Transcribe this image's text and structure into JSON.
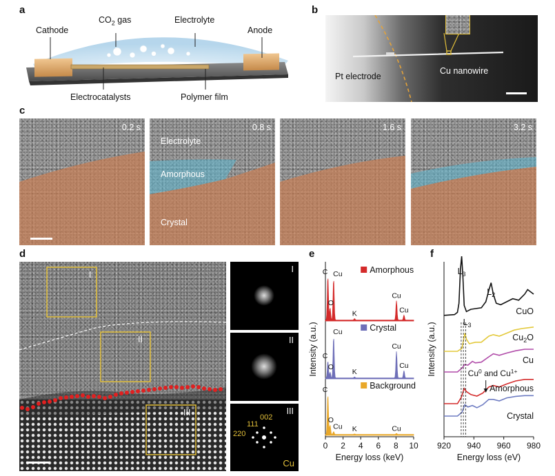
{
  "panels": {
    "a": "a",
    "b": "b",
    "c": "c",
    "d": "d",
    "e": "e",
    "f": "f"
  },
  "panel_a": {
    "cathode": "Cathode",
    "co2_gas_prefix": "CO",
    "co2_gas_sub": "2",
    "co2_gas_suffix": " gas",
    "electrolyte": "Electrolyte",
    "anode": "Anode",
    "electrocatalysts": "Electrocatalysts",
    "polymer_film": "Polymer film"
  },
  "panel_b": {
    "pt_electrode": "Pt electrode",
    "cu_nanowire": "Cu nanowire"
  },
  "panel_c": {
    "times": [
      "0.2 s",
      "0.8 s",
      "1.6 s",
      "3.2 s"
    ],
    "electrolyte": "Electrolyte",
    "amorphous": "Amorphous",
    "crystal": "Crystal"
  },
  "panel_d": {
    "region1": "I",
    "region2": "II",
    "region3": "III",
    "fft_labels": [
      "I",
      "II",
      "III"
    ],
    "fft_indices": {
      "i220": "220",
      "i111": "111",
      "i002": "002"
    },
    "cu": "Cu"
  },
  "chart_data": [
    {
      "type": "line",
      "panel": "e",
      "xlabel": "Energy loss (keV)",
      "ylabel": "Intensity (a.u.)",
      "xlim": [
        0,
        10
      ],
      "xticks": [
        0,
        2,
        4,
        6,
        8,
        10
      ],
      "series": [
        {
          "name": "Amorphous",
          "color": "#d42a2a",
          "peaks": [
            {
              "x": 0.28,
              "h": 0.9,
              "label": "C"
            },
            {
              "x": 0.53,
              "h": 0.25,
              "label": "O"
            },
            {
              "x": 0.93,
              "h": 0.85,
              "label": "Cu"
            },
            {
              "x": 3.3,
              "h": 0.03,
              "label": "K"
            },
            {
              "x": 8.05,
              "h": 0.4,
              "label": "Cu"
            },
            {
              "x": 8.9,
              "h": 0.1,
              "label": "Cu"
            }
          ]
        },
        {
          "name": "Crystal",
          "color": "#6e6fb8",
          "peaks": [
            {
              "x": 0.28,
              "h": 0.35,
              "label": "C"
            },
            {
              "x": 0.53,
              "h": 0.12,
              "label": "O"
            },
            {
              "x": 0.93,
              "h": 0.85,
              "label": "Cu"
            },
            {
              "x": 3.3,
              "h": 0.02,
              "label": "K"
            },
            {
              "x": 8.05,
              "h": 0.55,
              "label": "Cu"
            },
            {
              "x": 8.9,
              "h": 0.15,
              "label": "Cu"
            }
          ]
        },
        {
          "name": "Background",
          "color": "#e9a82a",
          "peaks": [
            {
              "x": 0.28,
              "h": 0.85,
              "label": "C"
            },
            {
              "x": 0.53,
              "h": 0.2,
              "label": "O"
            },
            {
              "x": 0.93,
              "h": 0.06,
              "label": "Cu"
            },
            {
              "x": 3.3,
              "h": 0.01,
              "label": "K"
            },
            {
              "x": 8.05,
              "h": 0.02,
              "label": "Cu"
            }
          ]
        }
      ]
    },
    {
      "type": "line",
      "panel": "f",
      "xlabel": "Energy loss (eV)",
      "ylabel": "Intensity (a.u.)",
      "xlim": [
        920,
        980
      ],
      "xticks": [
        920,
        940,
        960,
        980
      ],
      "edge_labels": {
        "l3": "L",
        "l3_sub": "3",
        "l2": "L",
        "l2_sub": "2",
        "l3b": "L",
        "l3b_sub": "3"
      },
      "annotation": "Cu⁰ and Cu¹⁺",
      "annotation_parts": {
        "a": "Cu",
        "b": "0",
        "c": " and Cu",
        "d": "1+"
      },
      "series": [
        {
          "name": "CuO",
          "label_main": "CuO",
          "label_sub": "",
          "color": "#111111",
          "points": [
            [
              920,
              0.02
            ],
            [
              927,
              0.03
            ],
            [
              929,
              0.06
            ],
            [
              930,
              0.18
            ],
            [
              931,
              0.62
            ],
            [
              931.8,
              0.8
            ],
            [
              932.6,
              0.55
            ],
            [
              933.5,
              0.15
            ],
            [
              935,
              0.07
            ],
            [
              938,
              0.1
            ],
            [
              945,
              0.12
            ],
            [
              948,
              0.2
            ],
            [
              950,
              0.35
            ],
            [
              951.5,
              0.45
            ],
            [
              953,
              0.3
            ],
            [
              955,
              0.18
            ],
            [
              958,
              0.16
            ],
            [
              962,
              0.2
            ],
            [
              966,
              0.24
            ],
            [
              970,
              0.22
            ],
            [
              974,
              0.3
            ],
            [
              976,
              0.36
            ],
            [
              980,
              0.3
            ]
          ]
        },
        {
          "name": "Cu2O",
          "label_main": "Cu",
          "label_sub": "2",
          "label_suffix": "O",
          "color": "#e3c93a",
          "points": [
            [
              920,
              0.0
            ],
            [
              929,
              0.0
            ],
            [
              932,
              0.04
            ],
            [
              933,
              0.14
            ],
            [
              934,
              0.24
            ],
            [
              935,
              0.16
            ],
            [
              937,
              0.1
            ],
            [
              941,
              0.12
            ],
            [
              945,
              0.12
            ],
            [
              950,
              0.2
            ],
            [
              953,
              0.22
            ],
            [
              957,
              0.2
            ],
            [
              962,
              0.24
            ],
            [
              967,
              0.28
            ],
            [
              972,
              0.3
            ],
            [
              980,
              0.32
            ]
          ]
        },
        {
          "name": "Cu",
          "label_main": "Cu",
          "label_sub": "",
          "color": "#b04aa8",
          "points": [
            [
              920,
              0.0
            ],
            [
              929,
              0.0
            ],
            [
              932,
              0.05
            ],
            [
              934,
              0.1
            ],
            [
              936,
              0.09
            ],
            [
              939,
              0.14
            ],
            [
              941,
              0.12
            ],
            [
              945,
              0.13
            ],
            [
              950,
              0.2
            ],
            [
              953,
              0.24
            ],
            [
              957,
              0.22
            ],
            [
              962,
              0.25
            ],
            [
              968,
              0.28
            ],
            [
              974,
              0.3
            ],
            [
              980,
              0.3
            ]
          ]
        },
        {
          "name": "Amorphous",
          "label_main": "Amorphous",
          "label_sub": "",
          "color": "#d42a2a",
          "points": [
            [
              920,
              0.0
            ],
            [
              929,
              0.0
            ],
            [
              931.5,
              0.08
            ],
            [
              933.5,
              0.2
            ],
            [
              935,
              0.16
            ],
            [
              938,
              0.12
            ],
            [
              942,
              0.1
            ],
            [
              946,
              0.14
            ],
            [
              950,
              0.22
            ],
            [
              953,
              0.24
            ],
            [
              957,
              0.22
            ],
            [
              962,
              0.26
            ],
            [
              968,
              0.3
            ],
            [
              974,
              0.32
            ],
            [
              980,
              0.32
            ]
          ]
        },
        {
          "name": "Crystal",
          "label_main": "Crystal",
          "label_sub": "",
          "color": "#6e7cc2",
          "points": [
            [
              920,
              0.0
            ],
            [
              929,
              0.0
            ],
            [
              932,
              0.05
            ],
            [
              934,
              0.15
            ],
            [
              936,
              0.12
            ],
            [
              939,
              0.14
            ],
            [
              942,
              0.11
            ],
            [
              946,
              0.15
            ],
            [
              950,
              0.22
            ],
            [
              953,
              0.22
            ],
            [
              957,
              0.2
            ],
            [
              962,
              0.24
            ],
            [
              968,
              0.26
            ],
            [
              974,
              0.27
            ],
            [
              980,
              0.27
            ]
          ]
        }
      ]
    }
  ]
}
